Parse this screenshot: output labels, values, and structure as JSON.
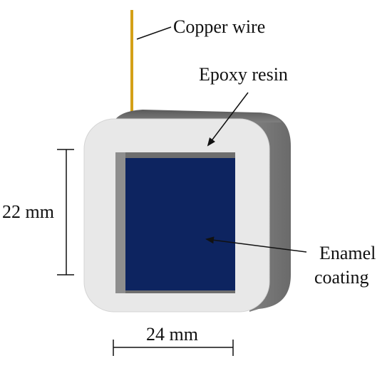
{
  "labels": {
    "copper_wire": "Copper wire",
    "epoxy_resin": "Epoxy resin",
    "enamel_line1": "Enamel",
    "enamel_line2": "coating",
    "height_dim": "22 mm",
    "width_dim": "24 mm"
  },
  "colors": {
    "epoxy_face": "#e8e8e8",
    "epoxy_side": "#8a8a8a",
    "enamel": "#0d2460",
    "copper": "#d4a017",
    "line": "#111111"
  }
}
